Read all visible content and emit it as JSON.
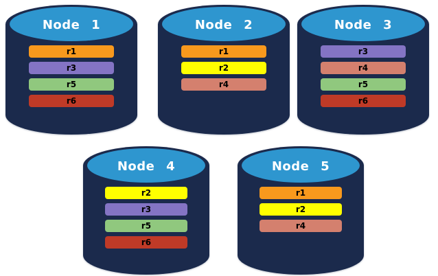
{
  "colors": {
    "canvas_bg": "#ffffff",
    "cylinder_body": "#1b2a4c",
    "cylinder_top": "#2e96cf",
    "node_title_text": "#ffffff",
    "bar_text": "#000000",
    "r1": "#f8991d",
    "r2": "#ffff00",
    "r3": "#8474c4",
    "r4": "#d4806e",
    "r5": "#90c87e",
    "r6": "#bf3a27"
  },
  "nodes": [
    {
      "title": "Node 1",
      "replicas": [
        "r1",
        "r3",
        "r5",
        "r6"
      ]
    },
    {
      "title": "Node 2",
      "replicas": [
        "r1",
        "r2",
        "r4"
      ]
    },
    {
      "title": "Node 3",
      "replicas": [
        "r3",
        "r4",
        "r5",
        "r6"
      ]
    },
    {
      "title": "Node 4",
      "replicas": [
        "r2",
        "r3",
        "r5",
        "r6"
      ]
    },
    {
      "title": "Node 5",
      "replicas": [
        "r1",
        "r2",
        "r4"
      ]
    }
  ]
}
